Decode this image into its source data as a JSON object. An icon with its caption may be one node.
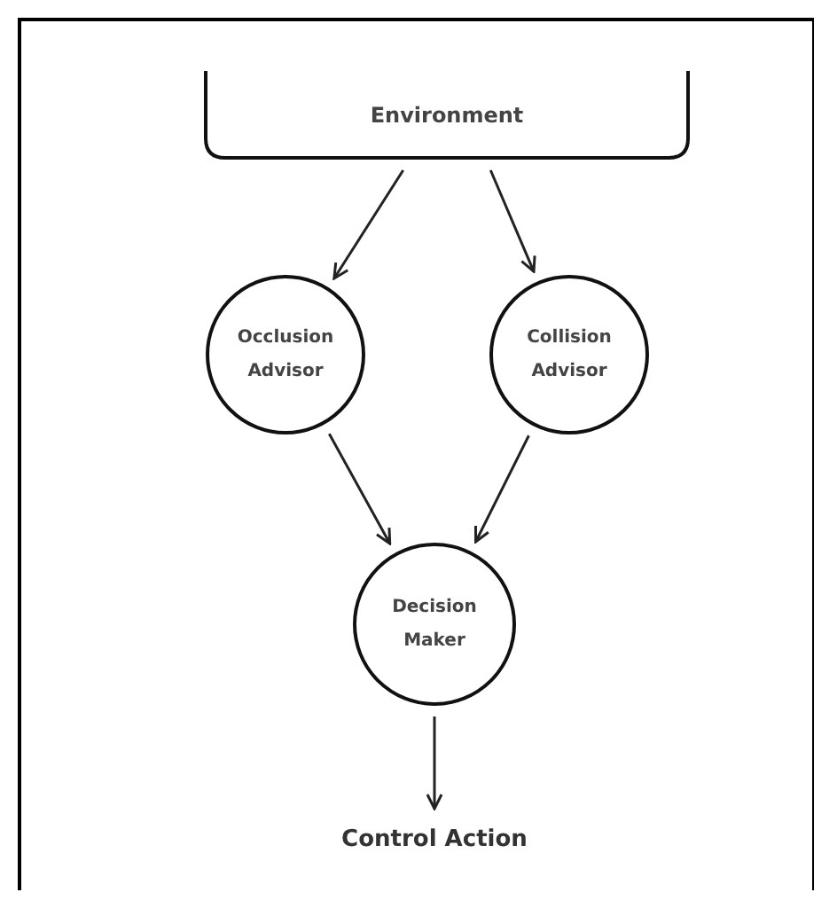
{
  "diagram": {
    "nodes": [
      {
        "text": [
          "Environment"
        ]
      },
      {
        "text": [
          "Occlusion Advisor"
        ]
      },
      {
        "text": [
          "Collision Advisor"
        ]
      },
      {
        "text": [
          "Decision Maker"
        ]
      },
      {
        "text": [
          "Control Action"
        ]
      }
    ],
    "edges": [
      {
        "from": 0,
        "to": 1,
        "arrow": "to"
      },
      {
        "from": 0,
        "to": 2,
        "arrow": "to"
      },
      {
        "from": 1,
        "to": 3,
        "arrow": "to"
      },
      {
        "from": 2,
        "to": 3,
        "arrow": "to"
      },
      {
        "from": 3,
        "to": 4,
        "arrow": "to"
      }
    ]
  }
}
